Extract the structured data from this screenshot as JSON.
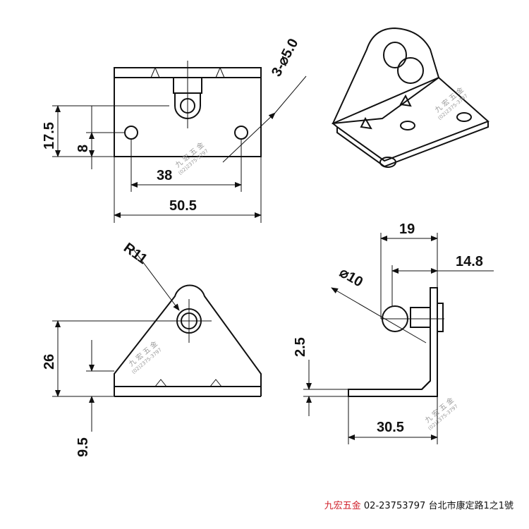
{
  "views": {
    "front": {
      "dims": {
        "hole_callout": "3-⌀5.0",
        "height_total": "17.5",
        "height_hole": "8",
        "hole_spacing": "38",
        "width_total": "50.5"
      }
    },
    "side": {
      "dims": {
        "radius": "R11",
        "height_total": "26",
        "height_low": "9.5"
      }
    },
    "profile": {
      "dims": {
        "ball_dia": "⌀10",
        "offset_19": "19",
        "offset_148": "14.8",
        "thickness": "2.5",
        "base_len": "30.5"
      }
    }
  },
  "watermark": {
    "name": "九 宏 五 金",
    "phone": "(02)2375-3797"
  },
  "footer": {
    "brand": "九宏五金",
    "phone": "02-23753797",
    "address": "台北市康定路1之1號"
  }
}
